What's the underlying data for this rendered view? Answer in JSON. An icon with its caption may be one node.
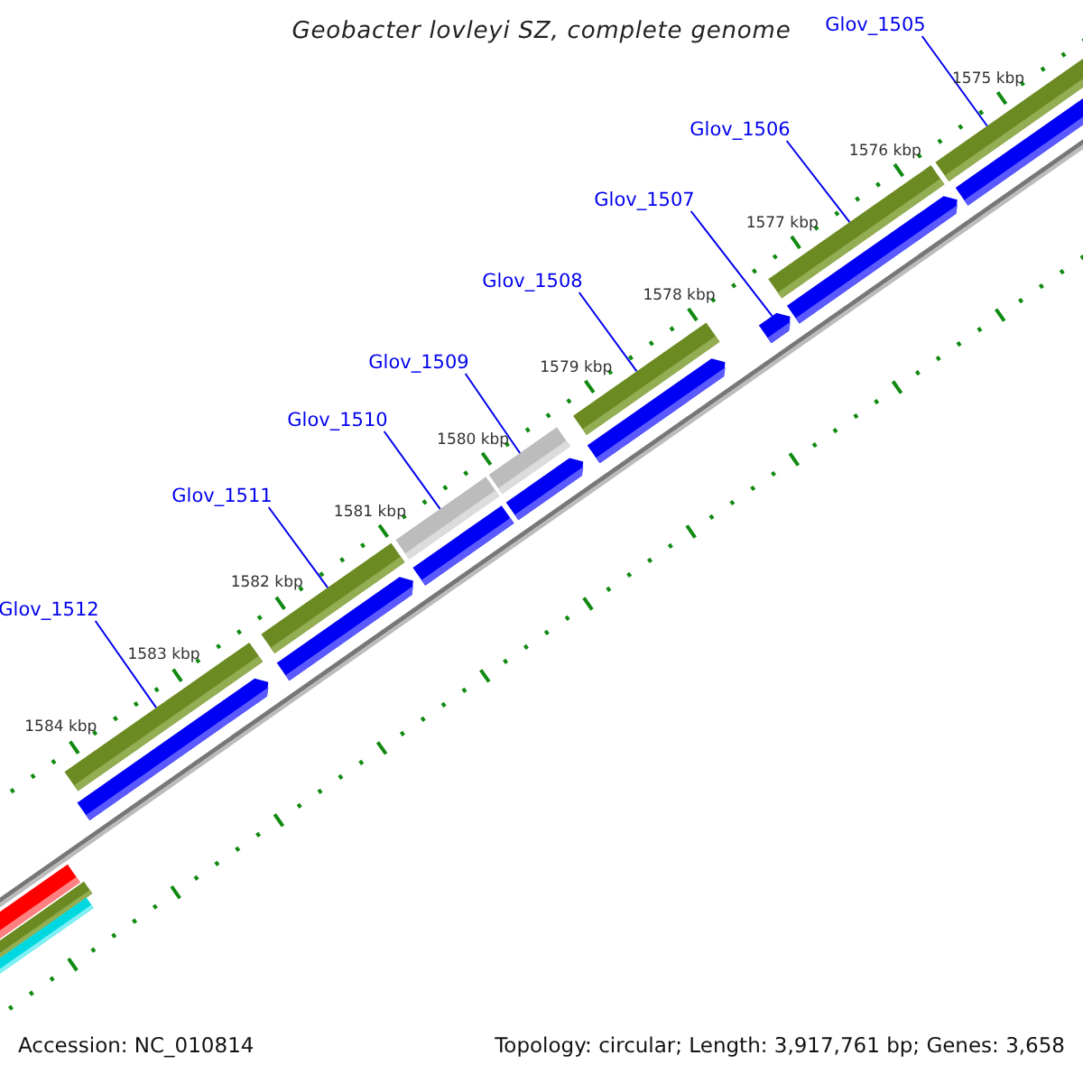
{
  "diagram": {
    "title": "Geobacter lovleyi SZ, complete genome",
    "nodes": [
      {
        "text": [
          "Glov_1505"
        ]
      },
      {
        "text": [
          "Glov_1506"
        ]
      },
      {
        "text": [
          "Glov_1507"
        ]
      },
      {
        "text": [
          "Glov_1508"
        ]
      },
      {
        "text": [
          "Glov_1509"
        ]
      },
      {
        "text": [
          "Glov_1510"
        ]
      },
      {
        "text": [
          "Glov_1511"
        ]
      },
      {
        "text": [
          "Glov_1512"
        ]
      },
      {
        "text": [],
        "shape": "arrow"
      },
      {
        "text": [],
        "shape": "bar"
      },
      {
        "text": [],
        "shape": "arrow"
      },
      {
        "text": [],
        "shape": "bar"
      },
      {
        "text": [],
        "shape": "bar"
      },
      {
        "text": [],
        "shape": "bar"
      },
      {
        "text": [],
        "shape": "arrow"
      },
      {
        "text": [],
        "shape": "bar"
      },
      {
        "text": [],
        "shape": "arrow"
      },
      {
        "text": [],
        "shape": "bar"
      },
      {
        "text": [],
        "shape": "arrow"
      },
      {
        "text": [],
        "shape": "bar"
      },
      {
        "text": [],
        "shape": "arrow"
      },
      {
        "text": [],
        "shape": "bar"
      },
      {
        "text": [],
        "shape": "bar"
      }
    ],
    "edges": [
      {
        "from": 0,
        "to": 21,
        "arrow": "none"
      },
      {
        "from": 1,
        "to": 19,
        "arrow": "none"
      },
      {
        "from": 2,
        "to": 18,
        "arrow": "none"
      },
      {
        "from": 3,
        "to": 17,
        "arrow": "none"
      },
      {
        "from": 4,
        "to": 15,
        "arrow": "none"
      },
      {
        "from": 5,
        "to": 13,
        "arrow": "none"
      },
      {
        "from": 6,
        "to": 11,
        "arrow": "none"
      },
      {
        "from": 7,
        "to": 9,
        "arrow": "none"
      }
    ],
    "labels": [
      "1575 kbp",
      "1576 kbp",
      "1577 kbp",
      "1578 kbp",
      "1579 kbp",
      "1580 kbp",
      "1581 kbp",
      "1582 kbp",
      "1583 kbp",
      "1584 kbp",
      "Accession: NC_010814",
      "Topology: circular; Length: 3,917,761 bp; Genes: 3,658"
    ]
  }
}
